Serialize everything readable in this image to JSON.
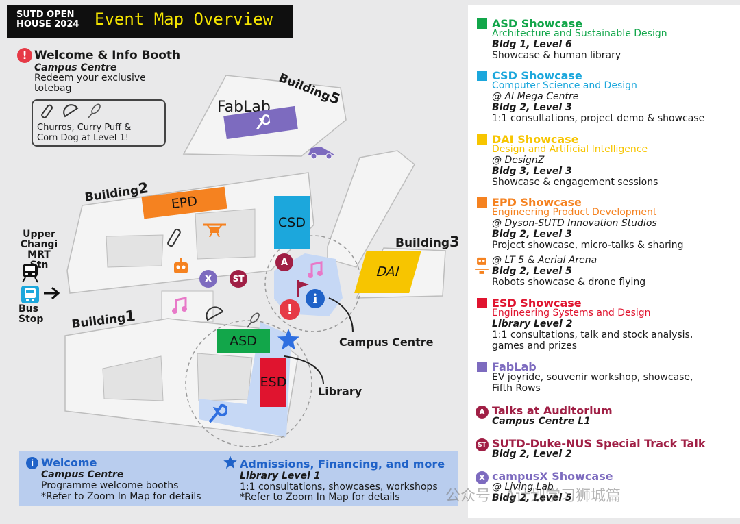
{
  "header": {
    "org": "SUTD OPEN HOUSE 2024",
    "title": "Event Map Overview"
  },
  "info_booth": {
    "title": "Welcome & Info Booth",
    "location": "Campus Centre",
    "desc1": "Redeem your exclusive",
    "desc2": "totebag",
    "food1": "Churros, Curry Puff &",
    "food2": "Corn Dog at Level 1!"
  },
  "map": {
    "buildings": {
      "b1": "Building",
      "b1n": "1",
      "b2": "Building",
      "b2n": "2",
      "b3": "Building",
      "b3n": "3",
      "b5": "Building",
      "b5n": "5"
    },
    "zones": {
      "fablab": "FabLab",
      "epd": "EPD",
      "csd": "CSD",
      "dai": "DAI",
      "asd": "ASD",
      "esd": "ESD"
    },
    "badges": {
      "x": "X",
      "st": "ST",
      "a": "A",
      "info": "i",
      "alert": "!"
    },
    "transport": {
      "mrt1": "Upper",
      "mrt2": "Changi",
      "mrt3": "MRT Stn",
      "bus1": "Bus",
      "bus2": "Stop"
    },
    "callouts": {
      "campus_centre": "Campus Centre",
      "library": "Library"
    }
  },
  "legend": [
    {
      "key": "asd",
      "title": "ASD Showcase",
      "subtitle": "Architecture and Sustainable Design",
      "l1": "Bldg 1, Level 6",
      "l2": "Showcase & human library"
    },
    {
      "key": "csd",
      "title": "CSD Showcase",
      "subtitle": "Computer Science and Design",
      "l0": "@ AI Mega Centre",
      "l1": "Bldg 2, Level 3",
      "l2": "1:1 consultations, project demo & showcase"
    },
    {
      "key": "dai",
      "title": "DAI Showcase",
      "subtitle": "Design and Artificial Intelligence",
      "l0": "@ DesignZ",
      "l1": "Bldg 3, Level 3",
      "l2": "Showcase & engagement sessions"
    },
    {
      "key": "epd",
      "title": "EPD Showcase",
      "subtitle": "Engineering Product Development",
      "l0": "@ Dyson-SUTD Innovation Studios",
      "l1": "Bldg 2, Level 3",
      "l2": "Project showcase, micro-talks & sharing"
    },
    {
      "key": "robot",
      "l0": "@ LT 5 & Aerial Arena",
      "l1": "Bldg 2, Level 5",
      "l2": "Robots showcase & drone flying"
    },
    {
      "key": "esd",
      "title": "ESD Showcase",
      "subtitle": "Engineering Systems and Design",
      "l1": "Library Level 2",
      "l2": "1:1 consultations, talk and stock analysis,",
      "l3": "games and prizes"
    },
    {
      "key": "fablab",
      "title": "FabLab",
      "l2": "EV joyride, souvenir workshop, showcase,",
      "l3": "Fifth Rows"
    },
    {
      "key": "auditorium",
      "title": "Talks at Auditorium",
      "l1": "Campus Centre L1"
    },
    {
      "key": "special",
      "title": "SUTD-Duke-NUS Special Track Talk",
      "l1": "Bldg 2, Level 2"
    },
    {
      "key": "campusx",
      "title": "campusX Showcase",
      "l0": "@ Living Lab",
      "l1": "Bldg 2, Level 5"
    }
  ],
  "legend_icons": {
    "a": "A",
    "st": "ST",
    "x": "X"
  },
  "bottom": {
    "welcome_title": "Welcome",
    "welcome_loc": "Campus Centre",
    "welcome_l1": "Programme welcome booths",
    "welcome_l2": "*Refer to Zoom In Map for details",
    "adm_title": "Admissions, Financing, and more",
    "adm_loc": "Library Level 1",
    "adm_l1": "1:1 consultations, showcases, workshops",
    "adm_l2": "*Refer to Zoom In Map for details"
  },
  "watermark": "公众号 · A计划学习狮城篇",
  "colors": {
    "asd": "#12a64a",
    "csd": "#1ca7dc",
    "dai": "#f7c500",
    "epd": "#f58220",
    "esd": "#e0142f",
    "fablab": "#7d6bbf",
    "auditorium": "#a01f45",
    "campusx": "#7d6bbf",
    "welcome": "#1f62c8",
    "alert": "#e63946"
  }
}
